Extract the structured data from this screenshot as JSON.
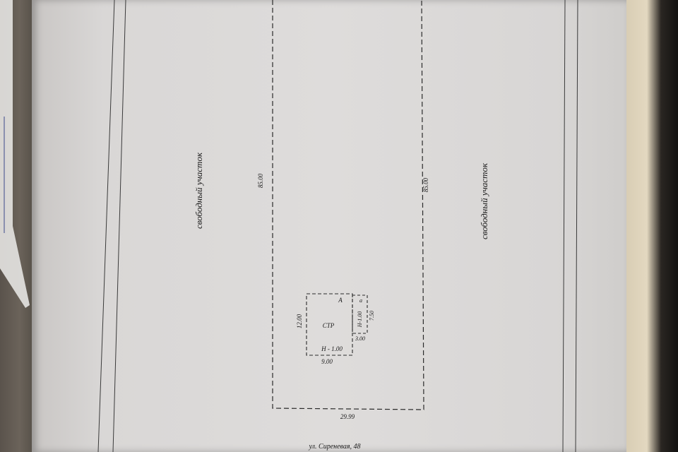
{
  "plot": {
    "neighbor_label_left": "свободный участок",
    "neighbor_label_right": "свободный участок",
    "length_left": "85.00",
    "length_right": "85.00",
    "width_bottom": "29.99",
    "street_address": "ул. Сиреневая, 48"
  },
  "building": {
    "letter": "А",
    "code": "СТР",
    "height_note": "Н - 1.00",
    "side_length": "12.00",
    "front_width": "9.00"
  },
  "annex": {
    "letter": "а",
    "height_note": "Н-1.00",
    "length": "7.50",
    "width": "3.00"
  },
  "colors": {
    "paper": "#dcdad9",
    "ink": "#1b1b1b"
  }
}
